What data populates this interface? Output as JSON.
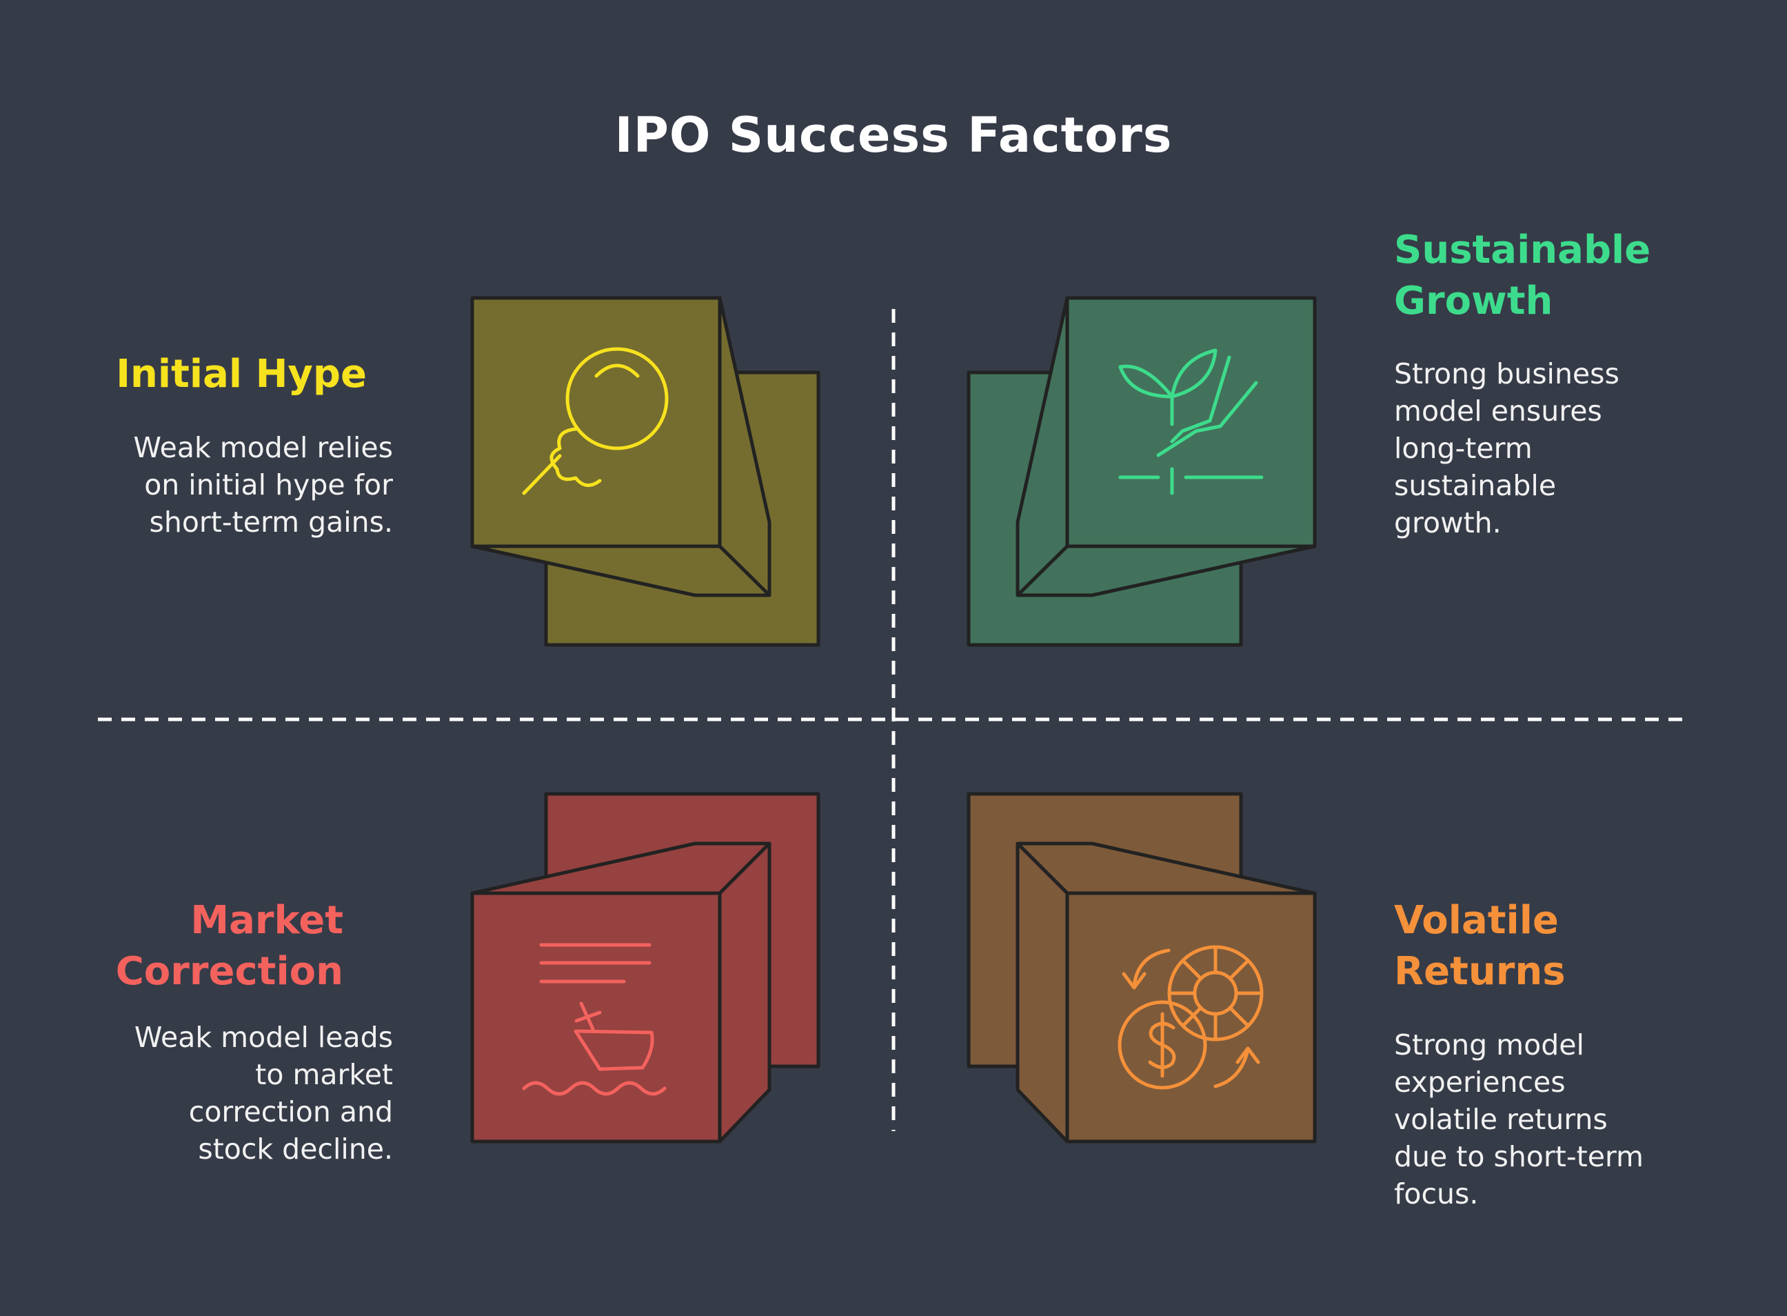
{
  "title": "IPO Success Factors",
  "colors": {
    "background": "#363b48",
    "initial_hype": "#f7e21e",
    "sustainable_growth": "#3ddc8c",
    "market_correction": "#f4625e",
    "volatile_returns": "#f5913a"
  },
  "quadrants": {
    "top_left": {
      "heading": "Initial Hype",
      "description": [
        "Weak model relies",
        "on initial hype for",
        "short-term gains."
      ],
      "icon": "lollipop-icon"
    },
    "top_right": {
      "heading": [
        "Sustainable",
        "Growth"
      ],
      "description": [
        "Strong business",
        "model ensures",
        "long-term",
        "sustainable",
        "growth."
      ],
      "icon": "sprout-hand-icon"
    },
    "bottom_left": {
      "heading": [
        "Market",
        "Correction"
      ],
      "description": [
        "Weak model leads",
        "to market",
        "correction and",
        "stock decline."
      ],
      "icon": "sinking-ship-icon"
    },
    "bottom_right": {
      "heading": [
        "Volatile",
        "Returns"
      ],
      "description": [
        "Strong model",
        "experiences",
        "volatile returns",
        "due to short-term",
        "focus."
      ],
      "icon": "coin-exchange-icon"
    }
  }
}
